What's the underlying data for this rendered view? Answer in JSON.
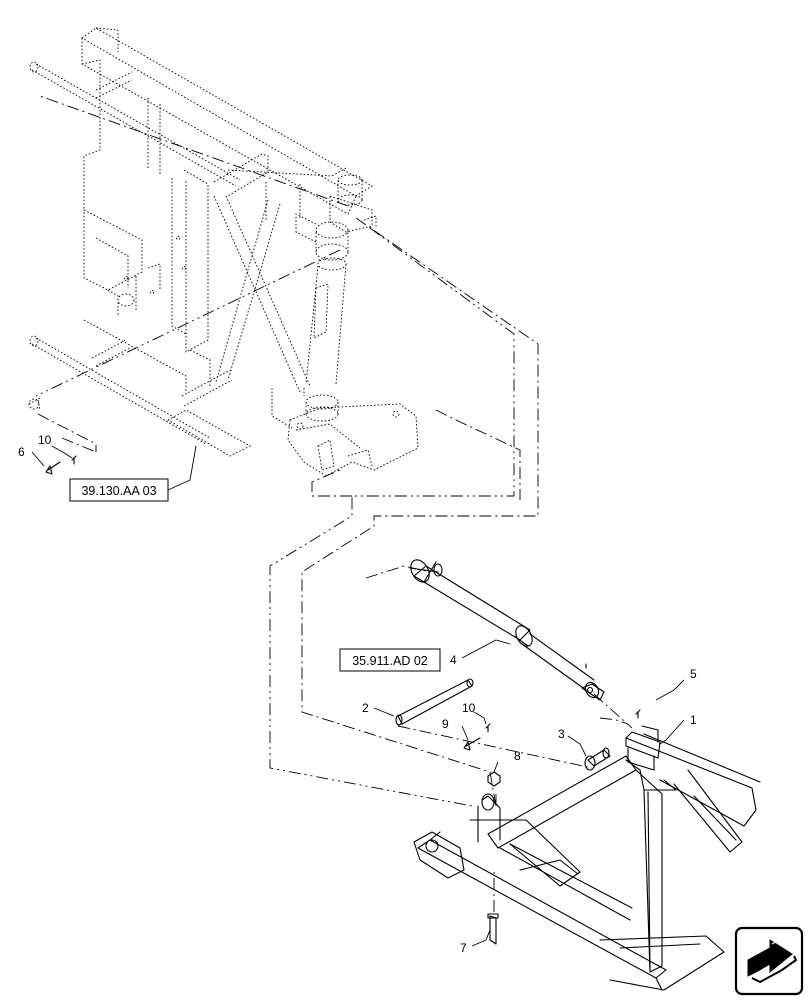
{
  "references": {
    "ref_upper": "39.130.AA 03",
    "ref_cylinder": "35.911.AD 02"
  },
  "callouts": {
    "c1": "1",
    "c2": "2",
    "c3": "3",
    "c4": "4",
    "c5": "5",
    "c6": "6",
    "c7": "7",
    "c8": "8",
    "c9": "9",
    "c10a": "10",
    "c10b": "10"
  },
  "icons": {
    "nav": "next-page-arrow-icon"
  }
}
